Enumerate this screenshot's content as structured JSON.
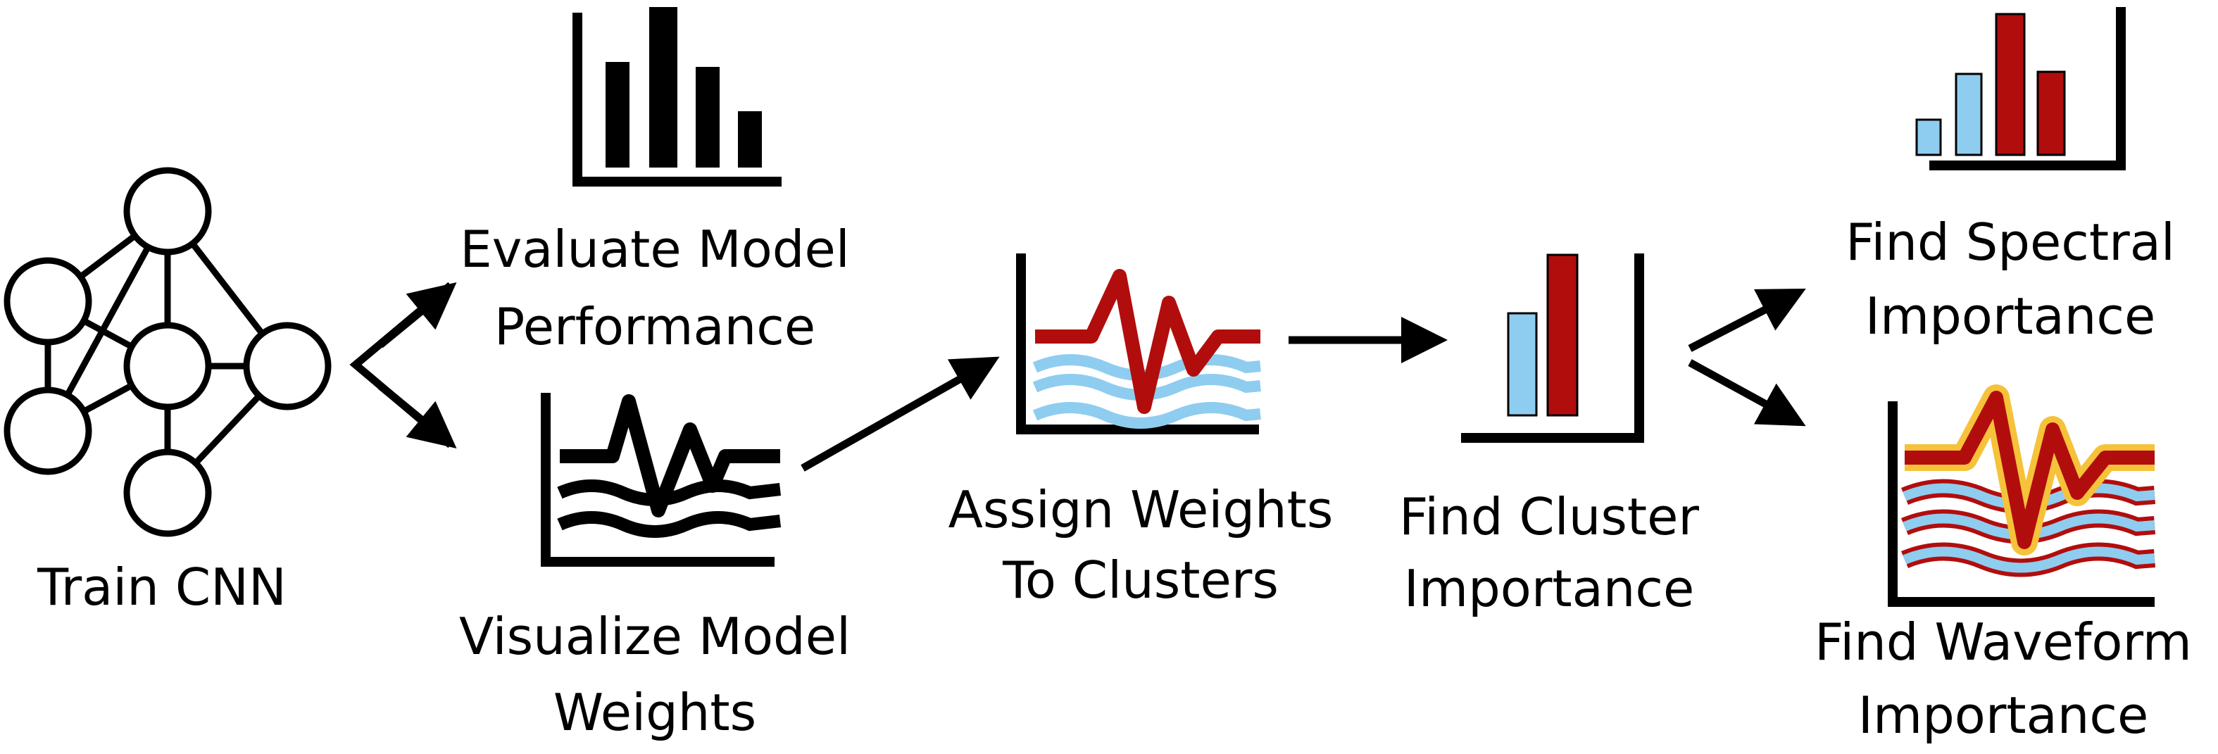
{
  "steps": {
    "train": "Train CNN",
    "evaluate_1": "Evaluate Model",
    "evaluate_2": "Performance",
    "visualize_1": "Visualize Model",
    "visualize_2": "Weights",
    "assign_1": "Assign Weights",
    "assign_2": "To Clusters",
    "cluster_1": "Find Cluster",
    "cluster_2": "Importance",
    "spectral_1": "Find Spectral",
    "spectral_2": "Importance",
    "waveform_1": "Find Waveform",
    "waveform_2": "Importance"
  },
  "colors": {
    "ink": "#000000",
    "red": "#b20d0d",
    "blue": "#8ecdf0",
    "highlight": "#f5c23a"
  },
  "icons": {
    "network": "neural-network-icon",
    "bars": "bar-chart-icon",
    "waves": "waveform-chart-icon"
  }
}
